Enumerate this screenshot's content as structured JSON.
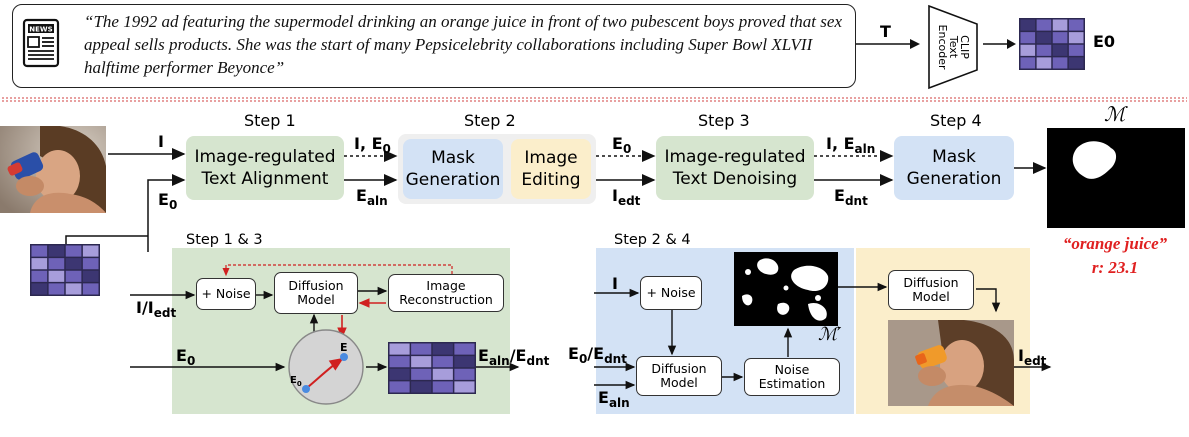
{
  "caption": {
    "quote": "“The 1992 ad featuring the supermodel drinking an orange juice in front of two pubescent boys proved that sex appeal sells products. She was the start of many Pepsicelebrity collaborations including Super Bowl XLVII halftime performer Beyonce”",
    "news_icon_text": "NEWS",
    "t_label": "T",
    "encoder_label": "CLIP Text Encoder",
    "encoder_lines": [
      "CLIP",
      "Text",
      "Encoder"
    ],
    "e0_label": "E0"
  },
  "steps": {
    "step1": "Step 1",
    "step2": "Step 2",
    "step3": "Step 3",
    "step4": "Step 4",
    "step13": "Step 1 & 3",
    "step24": "Step 2 & 4"
  },
  "pipeline": {
    "box1": "Image-regulated\nText Alignment",
    "box2a": "Mask\nGeneration",
    "box2b": "Image\nEditing",
    "box3": "Image-regulated\nText Denoising",
    "box4": "Mask\nGeneration",
    "lbl_I": "I",
    "lbl_E0": "E",
    "lbl_IE0": "I, E",
    "lbl_Ealn": "E",
    "lbl_E0b": "E",
    "lbl_Iedt": "I",
    "lbl_IEaln": "I, E",
    "lbl_Ednt": "E",
    "mask_label": "ℳ",
    "result_quote": "“orange juice”",
    "result_score": "r: 23.1"
  },
  "detail13": {
    "noise": "+ Noise",
    "diffusion": "Diffusion\nModel",
    "reconstruction": "Image\nReconstruction",
    "in_label": "I/I",
    "e0_label": "E",
    "out_label": "E",
    "circle_e": "E",
    "circle_e0": "E"
  },
  "detail24": {
    "i_label": "I",
    "noise": "+ Noise",
    "e_label": "E",
    "ealn_label": "E",
    "diffusion": "Diffusion\nModel",
    "estimation": "Noise\nEstimation",
    "mask_prime": "ℳ′",
    "diffusion2": "Diffusion\nModel",
    "iedt_label": "I"
  },
  "colors": {
    "green_panel": "#d6e5cf",
    "blue_panel": "#d3e2f5",
    "yellow_panel": "#fbeecb",
    "gray_panel": "#efefef",
    "embed_purple": "#6e62b8",
    "embed_light": "#a79ddb",
    "embed_dark": "#3c3672",
    "highlight_red": "#e02020"
  }
}
